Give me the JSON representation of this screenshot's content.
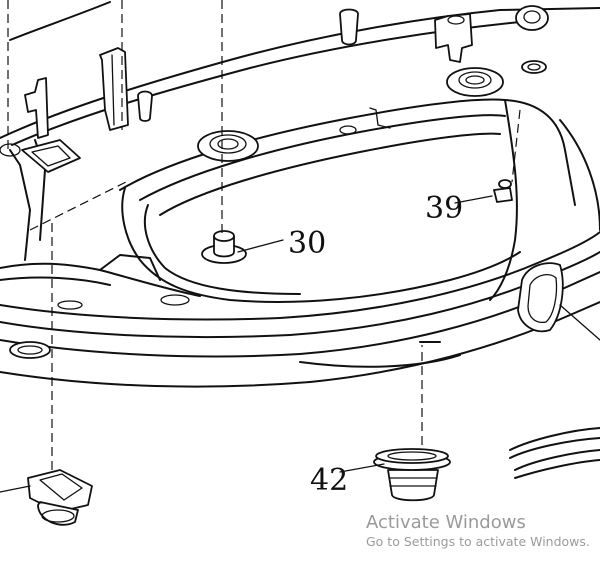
{
  "callouts": [
    {
      "id": "p30",
      "label": "30"
    },
    {
      "id": "p39",
      "label": "39"
    },
    {
      "id": "p42",
      "label": "42"
    }
  ],
  "watermark": {
    "title": "Activate Windows",
    "subtitle": "Go to Settings to activate Windows."
  },
  "colors": {
    "line": "#111111",
    "background": "#ffffff",
    "watermark": "#8a8a8a"
  }
}
